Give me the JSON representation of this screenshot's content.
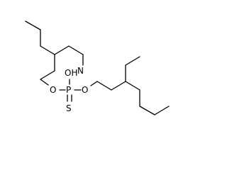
{
  "atoms": {
    "o_left": "O",
    "o_right": "O",
    "p": "P",
    "oh": "OH",
    "s": "S",
    "n": "N"
  },
  "colors": {
    "bond": "#000000",
    "label": "#000000",
    "background": "#ffffff"
  }
}
